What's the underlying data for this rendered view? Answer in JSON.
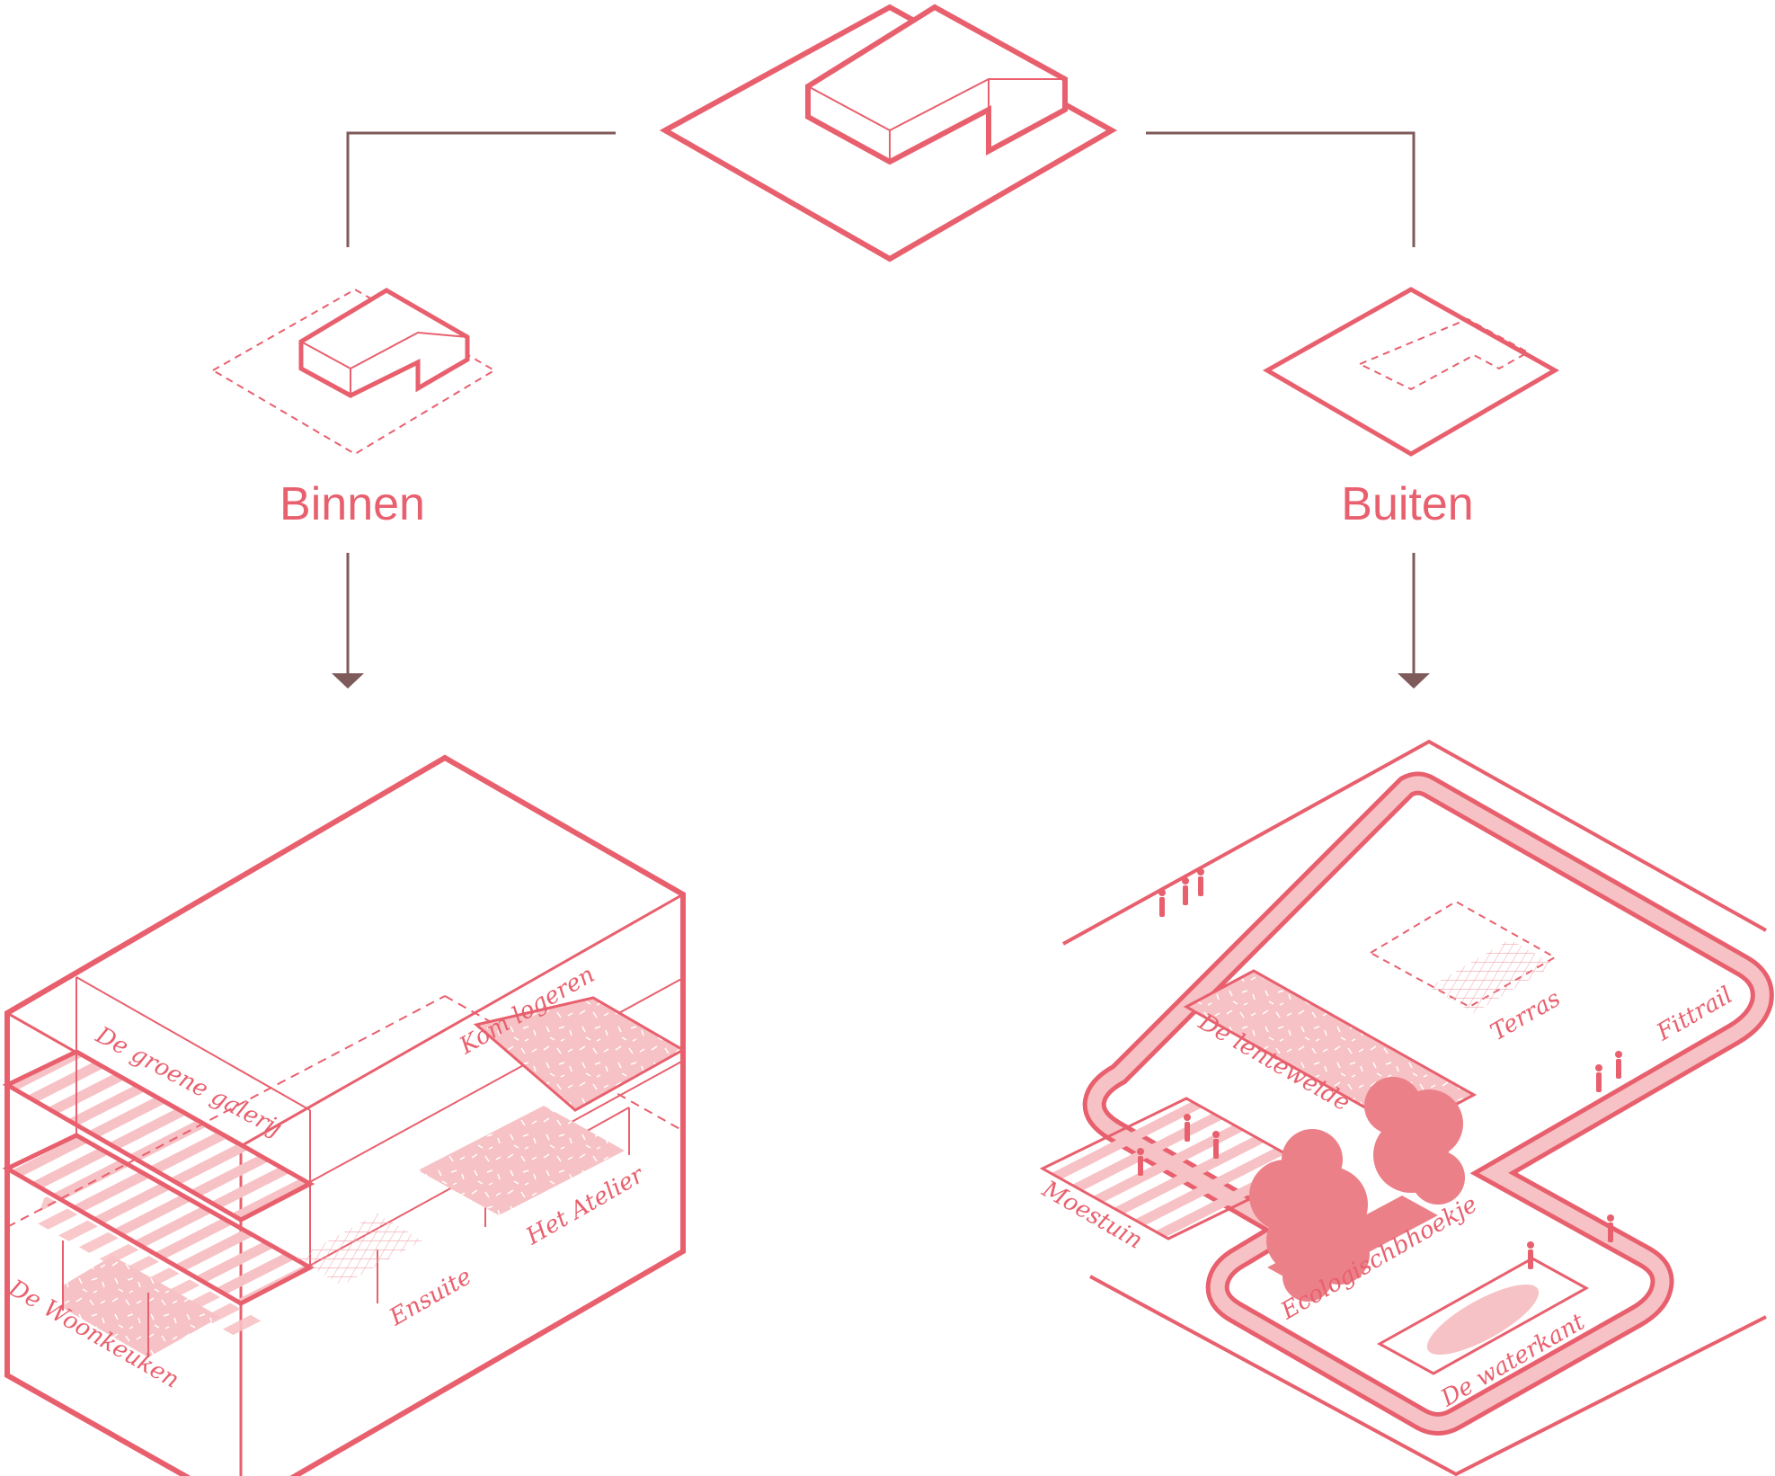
{
  "colors": {
    "accent": "#e8606e",
    "fill_light": "#f7c2c5",
    "connector": "#7f5a5a",
    "tree": "#ec8088"
  },
  "branches": {
    "left": {
      "title": "Binnen"
    },
    "right": {
      "title": "Buiten"
    }
  },
  "binnen_spaces": {
    "woonkeuken": "De Woonkeuken",
    "groene_galerij": "De groene galerij",
    "kom_logeren": "Kom logeren",
    "het_atelier": "Het Atelier",
    "ensuite": "Ensuite"
  },
  "buiten_spaces": {
    "lenteweide": "De lenteweide",
    "terras": "Terras",
    "fittrail": "Fittrail",
    "moestuin": "Moestuin",
    "ecologisch": "Ecologischbhoekje",
    "waterkant": "De waterkant"
  }
}
